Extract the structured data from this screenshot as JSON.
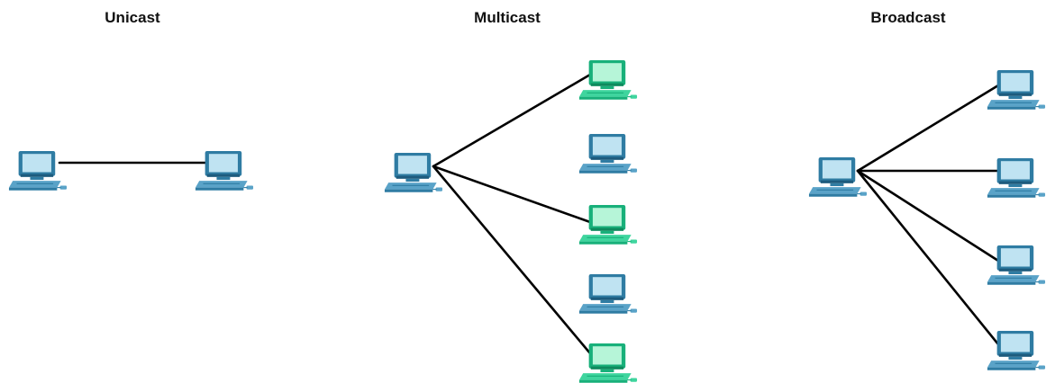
{
  "panels": {
    "unicast": {
      "title": "Unicast"
    },
    "multicast": {
      "title": "Multicast"
    },
    "broadcast": {
      "title": "Broadcast"
    }
  },
  "colors": {
    "background": "#ffffff",
    "link": "#000000",
    "host_default": {
      "body": "#2f7ca3",
      "screen": "#bfe3f2",
      "base": "#5aa3c8"
    },
    "host_group_member": {
      "body": "#18b07a",
      "screen": "#b6f5d8",
      "base": "#3fd59e"
    }
  },
  "icons": {
    "host": "desktop-computer-icon"
  }
}
